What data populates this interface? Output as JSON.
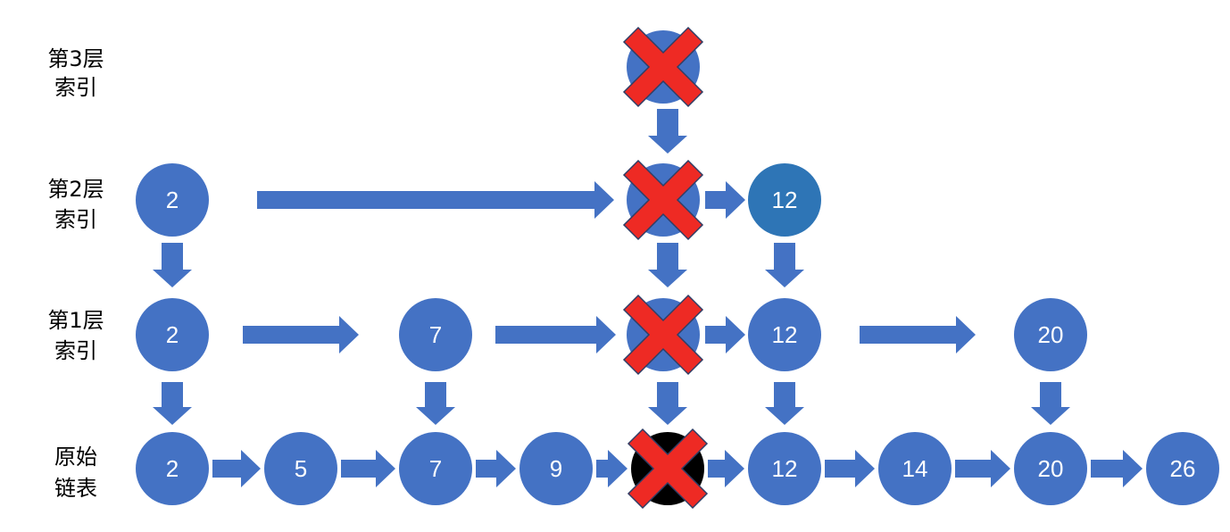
{
  "colors": {
    "node": "#4472C4",
    "node_highlight": "#2E75B6",
    "arrow": "#4472C4",
    "cross": "#EE2A24",
    "cross_outline": "#2F3E66",
    "deleted_base": "#000000",
    "label": "#000000",
    "node_text": "#ffffff"
  },
  "rows": [
    {
      "id": "level3",
      "label_lines": [
        "第3层",
        "索引"
      ]
    },
    {
      "id": "level2",
      "label_lines": [
        "第2层",
        "索引"
      ]
    },
    {
      "id": "level1",
      "label_lines": [
        "第1层",
        "索引"
      ]
    },
    {
      "id": "base",
      "label_lines": [
        "原始",
        "链表"
      ]
    }
  ],
  "nodes": {
    "level3": [
      {
        "value": "",
        "deleted": true
      }
    ],
    "level2": [
      {
        "value": "2"
      },
      {
        "value": "",
        "deleted": true
      },
      {
        "value": "12",
        "highlight": true
      }
    ],
    "level1": [
      {
        "value": "2"
      },
      {
        "value": "7"
      },
      {
        "value": "",
        "deleted": true
      },
      {
        "value": "12"
      },
      {
        "value": "20"
      }
    ],
    "base": [
      {
        "value": "2"
      },
      {
        "value": "5"
      },
      {
        "value": "7"
      },
      {
        "value": "9"
      },
      {
        "value": "",
        "deleted": true,
        "base_color": "black"
      },
      {
        "value": "12"
      },
      {
        "value": "14"
      },
      {
        "value": "20"
      },
      {
        "value": "26"
      }
    ]
  },
  "icons": {
    "delete_mark": "cross-icon",
    "link": "arrow-right",
    "down_link": "arrow-down"
  }
}
